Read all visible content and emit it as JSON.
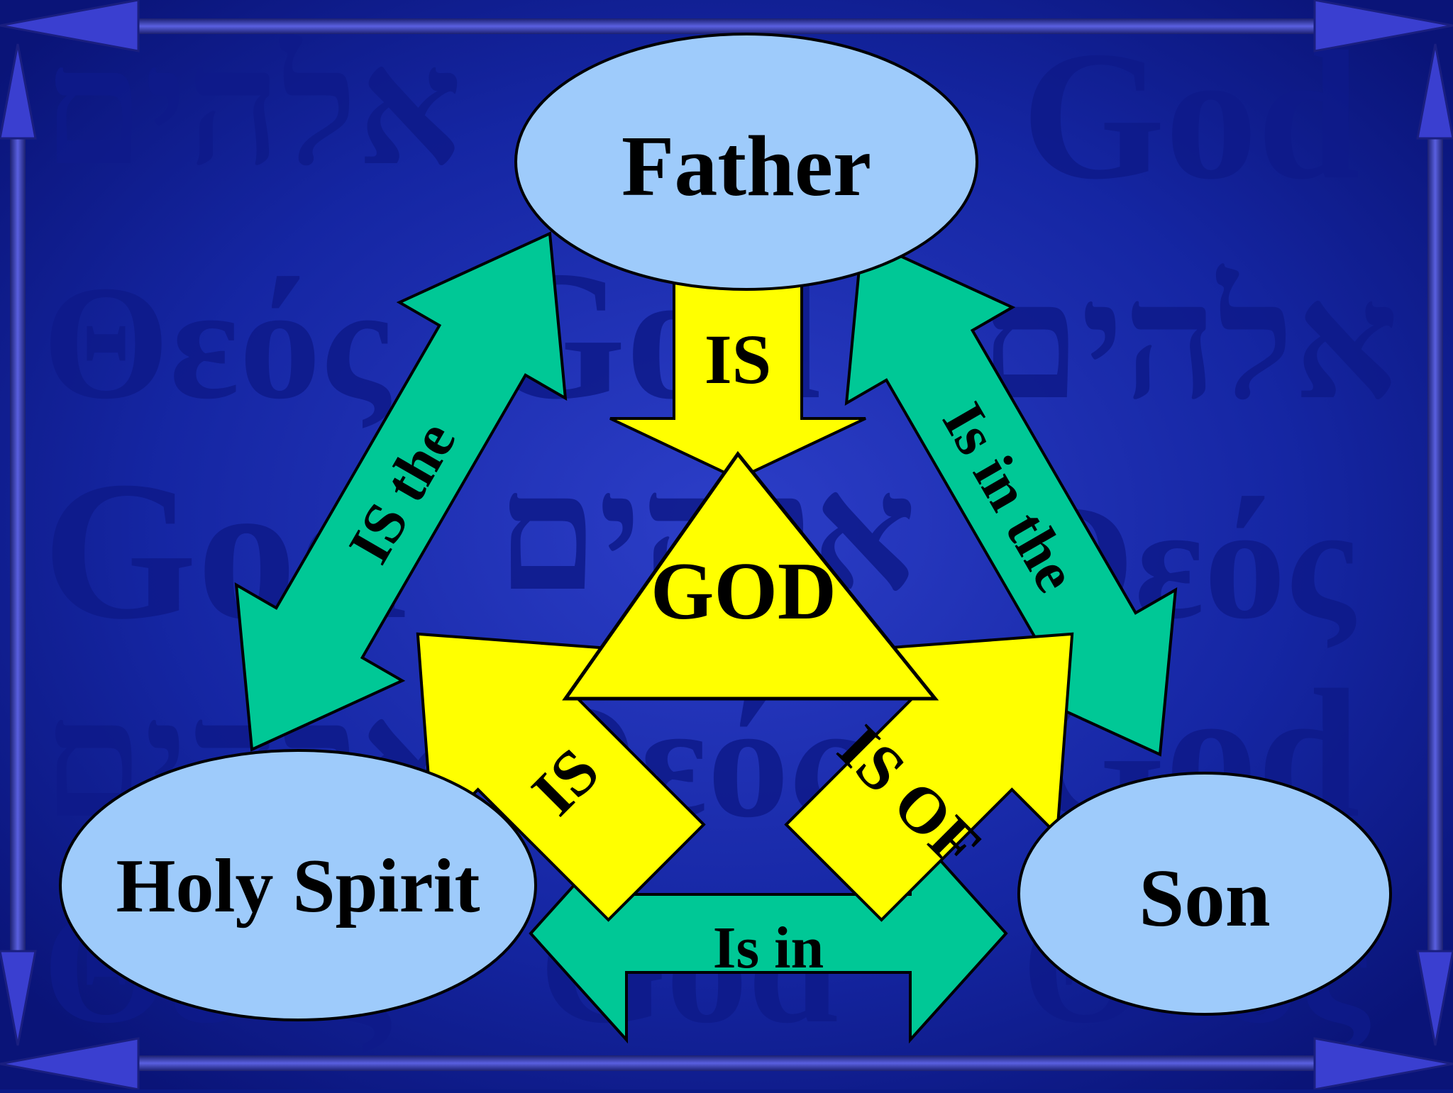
{
  "nodes": {
    "father": "Father",
    "son": "Son",
    "holy_spirit": "Holy Spirit",
    "god": "GOD"
  },
  "links": {
    "father_to_god": "IS",
    "spirit_to_god": "IS",
    "son_to_god": "IS OF",
    "father_spirit": "IS the",
    "father_son": "Is in the",
    "spirit_son": "Is in"
  },
  "background_words": [
    "אלהים",
    "Θεός",
    "God"
  ],
  "colors": {
    "background": "#1526a3",
    "ellipse_fill": "#9ecbfb",
    "yellow": "#ffff00",
    "teal": "#00c896",
    "frame": "#3a3fd0",
    "text": "#000000"
  }
}
